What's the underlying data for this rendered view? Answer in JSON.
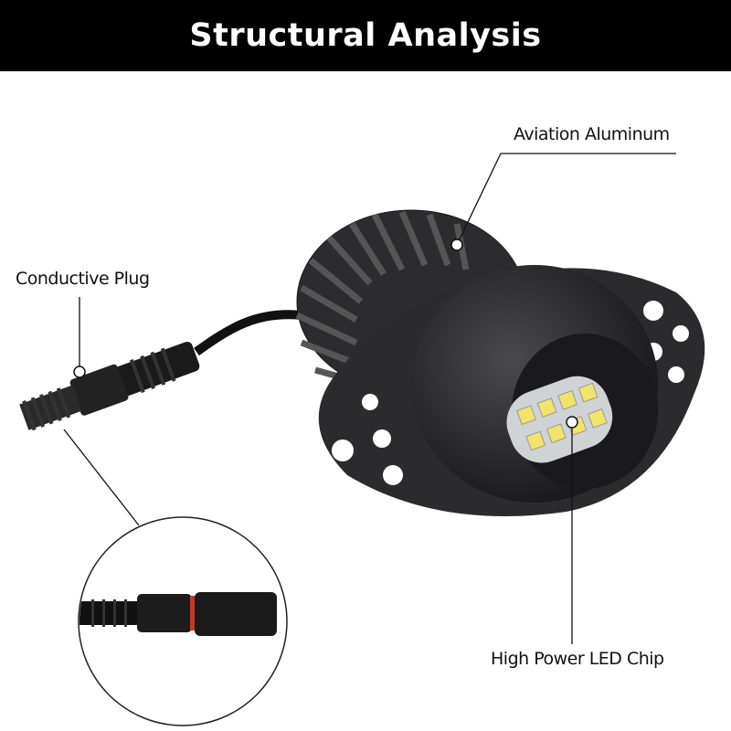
{
  "header": {
    "title": "Structural Analysis"
  },
  "callouts": {
    "aluminum": "Aviation Aluminum",
    "plug": "Conductive Plug",
    "led": "High Power LED Chip"
  },
  "colors": {
    "header_bg": "#000000",
    "body_bg": "#ffffff",
    "led": "#f2e36a",
    "housing": "#2a2a2c"
  }
}
